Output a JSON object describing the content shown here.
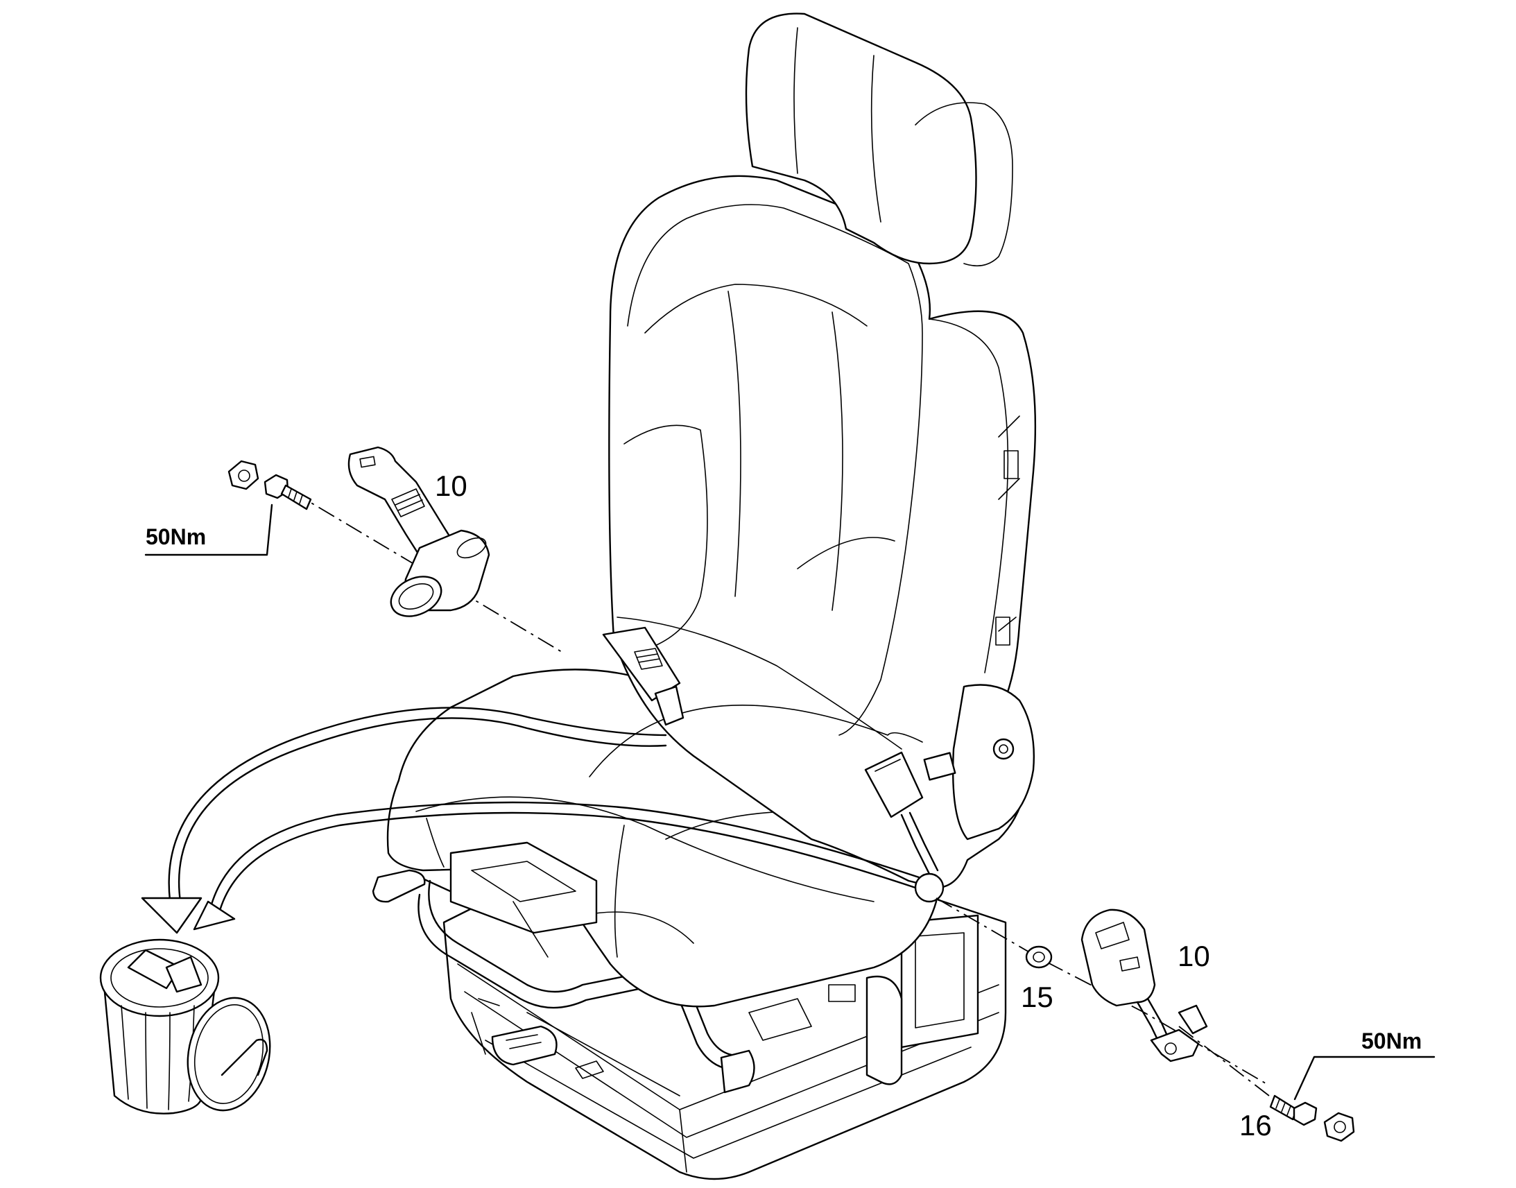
{
  "labels": {
    "belt_left": "10",
    "belt_right": "10",
    "washer": "15",
    "bolt": "16"
  },
  "torque": {
    "left": "50Nm",
    "right": "50Nm"
  },
  "icons": {
    "seat": "driver-seat-icon",
    "bin": "trash-bin-icon",
    "retractor": "seat-belt-retractor-icon",
    "buckle": "seat-belt-buckle-icon",
    "nut": "hex-nut-icon",
    "bolt": "hex-bolt-icon",
    "washer": "washer-icon"
  }
}
